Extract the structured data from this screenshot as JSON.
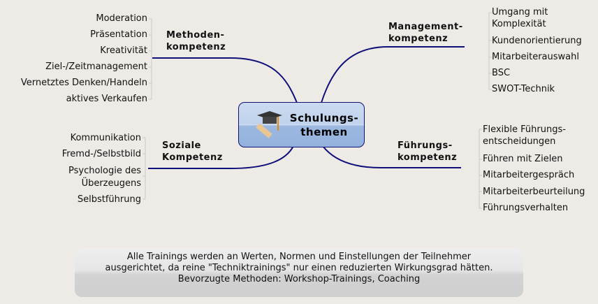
{
  "center": {
    "line1": "Schulungs-",
    "line2": "themen",
    "icon": "graduation-cap-icon"
  },
  "branches": {
    "methoden": {
      "line1": "Methoden-",
      "line2": "kompetenz",
      "items": [
        "Moderation",
        "Präsentation",
        "Kreativität",
        "Ziel-/Zeitmanagement",
        "Vernetztes Denken/Handeln",
        "aktives Verkaufen"
      ]
    },
    "management": {
      "line1": "Management-",
      "line2": "kompetenz",
      "items": [
        "Umgang mit",
        "Komplexität",
        "Kundenorientierung",
        "Mitarbeiterauswahl",
        "BSC",
        "SWOT-Technik"
      ]
    },
    "soziale": {
      "line1": "Soziale",
      "line2": "Kompetenz",
      "items": [
        "Kommunikation",
        "Fremd-/Selbstbild",
        "Psychologie des",
        "Überzeugens",
        "Selbstführung"
      ]
    },
    "fuehrung": {
      "line1": "Führungs-",
      "line2": "kompetenz",
      "items": [
        "Flexible Führungs-",
        "entscheidungen",
        "Führen mit Zielen",
        "Mitarbeitergespräch",
        "Mitarbeiterbeurteilung",
        "Führungsverhalten"
      ]
    }
  },
  "note": {
    "line1": "Alle Trainings werden an Werten, Normen und Einstellungen der Teilnehmer",
    "line2": "ausgerichtet, da reine \"Techniktrainings\" nur einen reduzierten Wirkungsgrad hätten.",
    "line3": "Bevorzugte Methoden: Workshop-Trainings, Coaching"
  }
}
